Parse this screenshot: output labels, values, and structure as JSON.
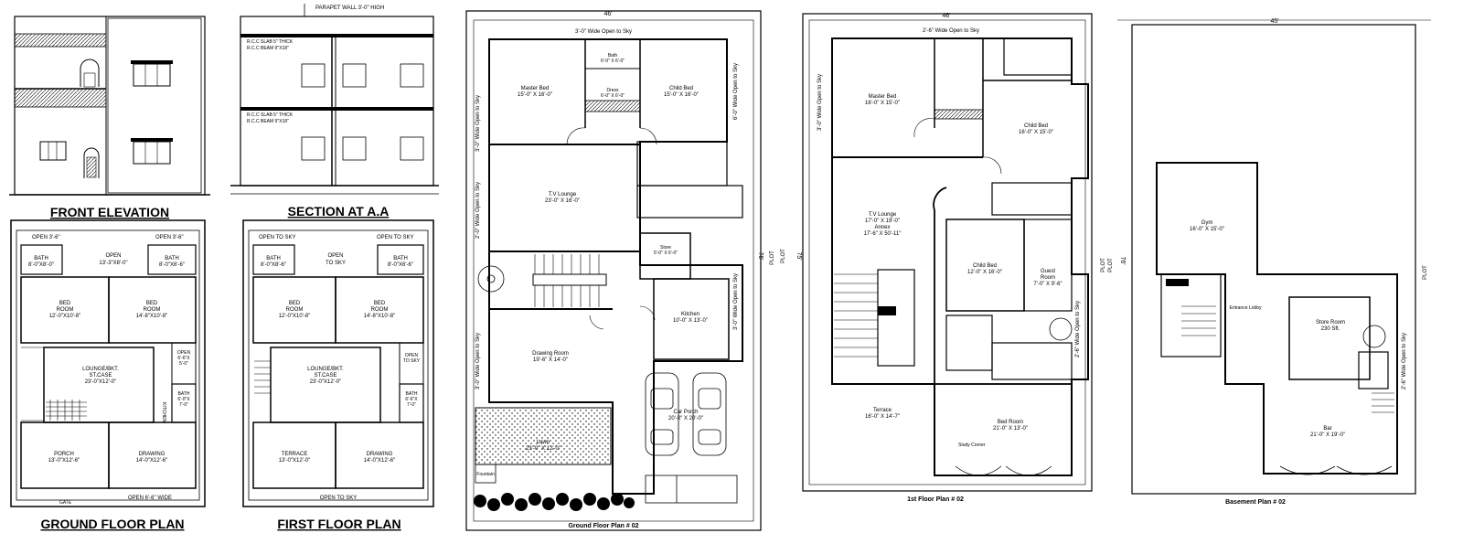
{
  "drawings": {
    "front_elevation": {
      "title": "FRONT ELEVATION"
    },
    "section": {
      "title": "SECTION AT  A.A",
      "parapet": "PARAPET WALL 3'-0\" HIGH",
      "slab1": "R.C.C SLAB 5\" THICK",
      "beam1": "R.C.C BEAM 9\"X18\"",
      "slab2": "R.C.C SLAB 5\" THICK",
      "beam2": "R.C.C BEAM 9\"X18\""
    },
    "ground_floor_small": {
      "title": "GROUND FLOOR PLAN",
      "open_tl": "OPEN  3'-6\"",
      "open_tr": "OPEN  3'-6\"",
      "open_mid": "OPEN\n13'-3\"X8'-0\"",
      "bath1": "BATH\n8'-0\"X8'-0\"",
      "bath2": "BATH\n8'-0\"X6'-6\"",
      "bed1": "BED\nROOM\n12'-0\"X10'-8\"",
      "bed2": "BED\nROOM\n14'-8\"X10'-8\"",
      "lounge": "LOUNGE/BKT.\nST.CASE\n23'-0\"X12'-0\"",
      "open_r": "OPEN\n6'-6\"X\n5'-0\"",
      "bath3": "BATH\n6'-0\"X\n7'-0\"",
      "kitchen": "KITCHEN",
      "porch": "PORCH\n13'-0\"X12'-6\"",
      "drawing": "DRAWING\n14'-0\"X12'-6\"",
      "bottom": "OPEN  6'-6\"  WIDE",
      "gate": "GATE"
    },
    "first_floor_small": {
      "title": "FIRST FLOOR PLAN",
      "open_tl": "OPEN TO SKY",
      "open_tr": "OPEN TO SKY",
      "open_mid": "OPEN\nTO SKY",
      "bath1": "BATH\n8'-0\"X8'-6\"",
      "bath2": "BATH\n8'-0\"X6'-6\"",
      "bed1": "BED\nROOM\n12'-0\"X10'-8\"",
      "bed2": "BED\nROOM\n14'-8\"X10'-8\"",
      "lounge": "LOUNGE/BKT.\nST.CASE\n23'-0\"X12'-0\"",
      "open_r": "OPEN\nTO SKY",
      "bath3": "BATH\n6'-6\"X\n7'-0\"",
      "terrace": "TERRACE\n13'-0\"X12'-0\"",
      "drawing": "DRAWING\n14'-0\"X12'-6\"",
      "bottom": "OPEN TO SKY"
    },
    "ground_floor_02": {
      "title": "Ground Floor Plan # 02",
      "width": "46'",
      "depth": "76'",
      "top_open": "3'-0\" Wide Open to Sky",
      "left_open1": "3'-0\" Wide Open to Sky",
      "left_open2": "2'-0\" Wide Open to Sky",
      "left_open3": "3'-0\" Wide Open to Sky",
      "right_open1": "6'-0\" Wide Open to Sky",
      "right_open2": "3'-0\" Wide Open to Sky",
      "master": "Master Bed\n15'-0\" X 16'-0\"",
      "child": "Child Bed\n15'-0\" X 16'-0\"",
      "bath": "Bath\n6'-0\" X 6'-0\"",
      "dress": "Dress\n6'-0\" X 6'-0\"",
      "lounge": "T.V Lounge\n23'-0\" X 16'-0\"",
      "kitchen": "Kitchen\n10'-0\" X 13'-0\"",
      "drawing": "Drawing Room\n19'-6\" X 14'-0\"",
      "carporch": "Car Porch\n20'-0\" X 20'-0\"",
      "lawn": "Lawn\n23'-0\" X 12'-0\"",
      "plot": "PLOT",
      "foundation": "Fountain",
      "store": "Store\n5'-0\" X 6'-0\""
    },
    "first_floor_02": {
      "title": "1st Floor Plan # 02",
      "width": "46'",
      "depth": "75'",
      "top_open": "2'-6\" Wide Open to Sky",
      "left_open": "3'-0\" Wide Open to Sky",
      "right_open": "2'-6\" Wide Open to Sky",
      "master": "Master Bed\n16'-0\" X 15'-0\"",
      "child1": "Child Bed\n16'-0\" X 15'-0\"",
      "lounge": "T.V Lounge\n17'-0\" X 19'-0\"\nAnnex\n17'-6\" X 50'-11\"",
      "child2": "Child Bed\n12'-0\" X 16'-0\"",
      "guest": "Guest\nRoom\n7'-0\" X 9'-6\"",
      "terrace": "Terrace\n16'-0\" X 14'-7\"",
      "bed": "Bed Room\n21'-0\" X 13'-0\"",
      "plot": "PLOT",
      "study": "Study Corner"
    },
    "basement_02": {
      "title": "Basement Plan # 02",
      "width": "45'",
      "depth": "76'",
      "right_open": "2'-6\" Wide Open to Sky",
      "gym": "Gym\n16'-0\" X 15'-0\"",
      "store": "Store Room\n230 Sft.",
      "bar": "Bar\n21'-0\" X 19'-0\"",
      "plot1": "PLOT",
      "plot2": "PLOT",
      "plot3": "PLOT",
      "lobby": "Entrance Lobby"
    }
  }
}
